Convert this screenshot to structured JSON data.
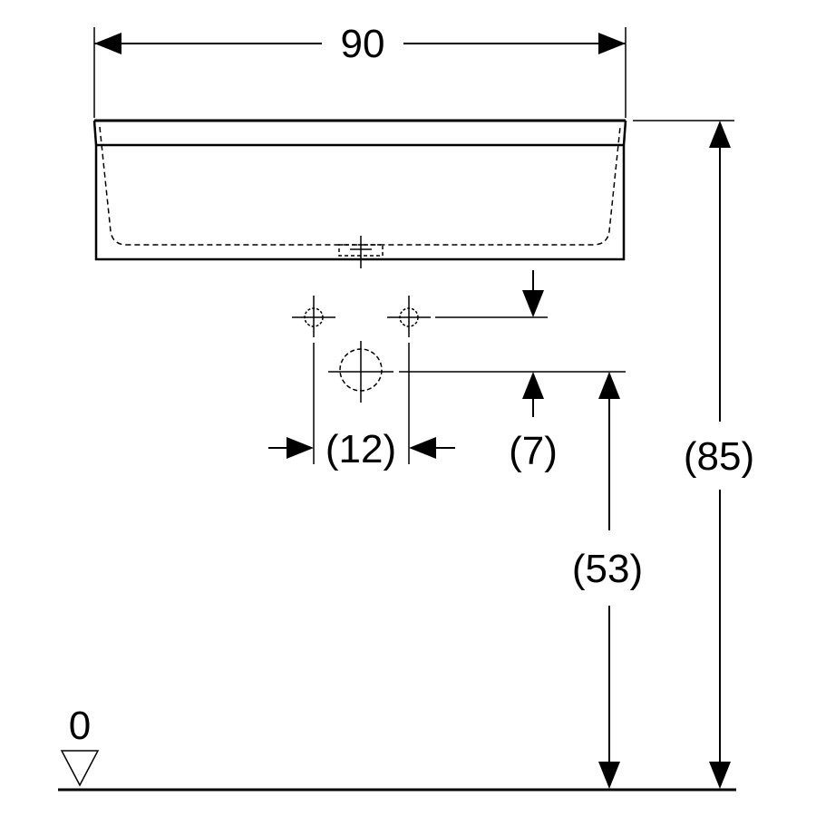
{
  "dimensions": {
    "width": "90",
    "height_total": "(85)",
    "height_outlet": "(53)",
    "offset_vertical": "(7)",
    "spacing": "(12)",
    "floor_level": "0"
  }
}
